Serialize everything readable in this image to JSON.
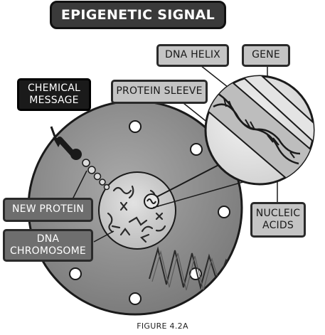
{
  "title": "EPIGENETIC SIGNAL",
  "labels": {
    "chemical_message": [
      "CHEMICAL",
      "MESSAGE"
    ],
    "protein_sleeve": "PROTEIN SLEEVE",
    "dna_helix": "DNA HELIX",
    "gene": "GENE",
    "new_protein": "NEW PROTEIN",
    "dna_chromosome": [
      "DNA",
      "CHROMOSOME"
    ],
    "nucleic_acids": [
      "NUCLEIC",
      "ACIDS"
    ]
  },
  "caption": "FIGURE 4.2A",
  "colors": {
    "cell": "#8c8c8c",
    "nucleus": "#cfcfcf",
    "label_light": "#c4c4c4",
    "label_dark": "#6e6e6e",
    "outline": "#1a1a1a"
  }
}
